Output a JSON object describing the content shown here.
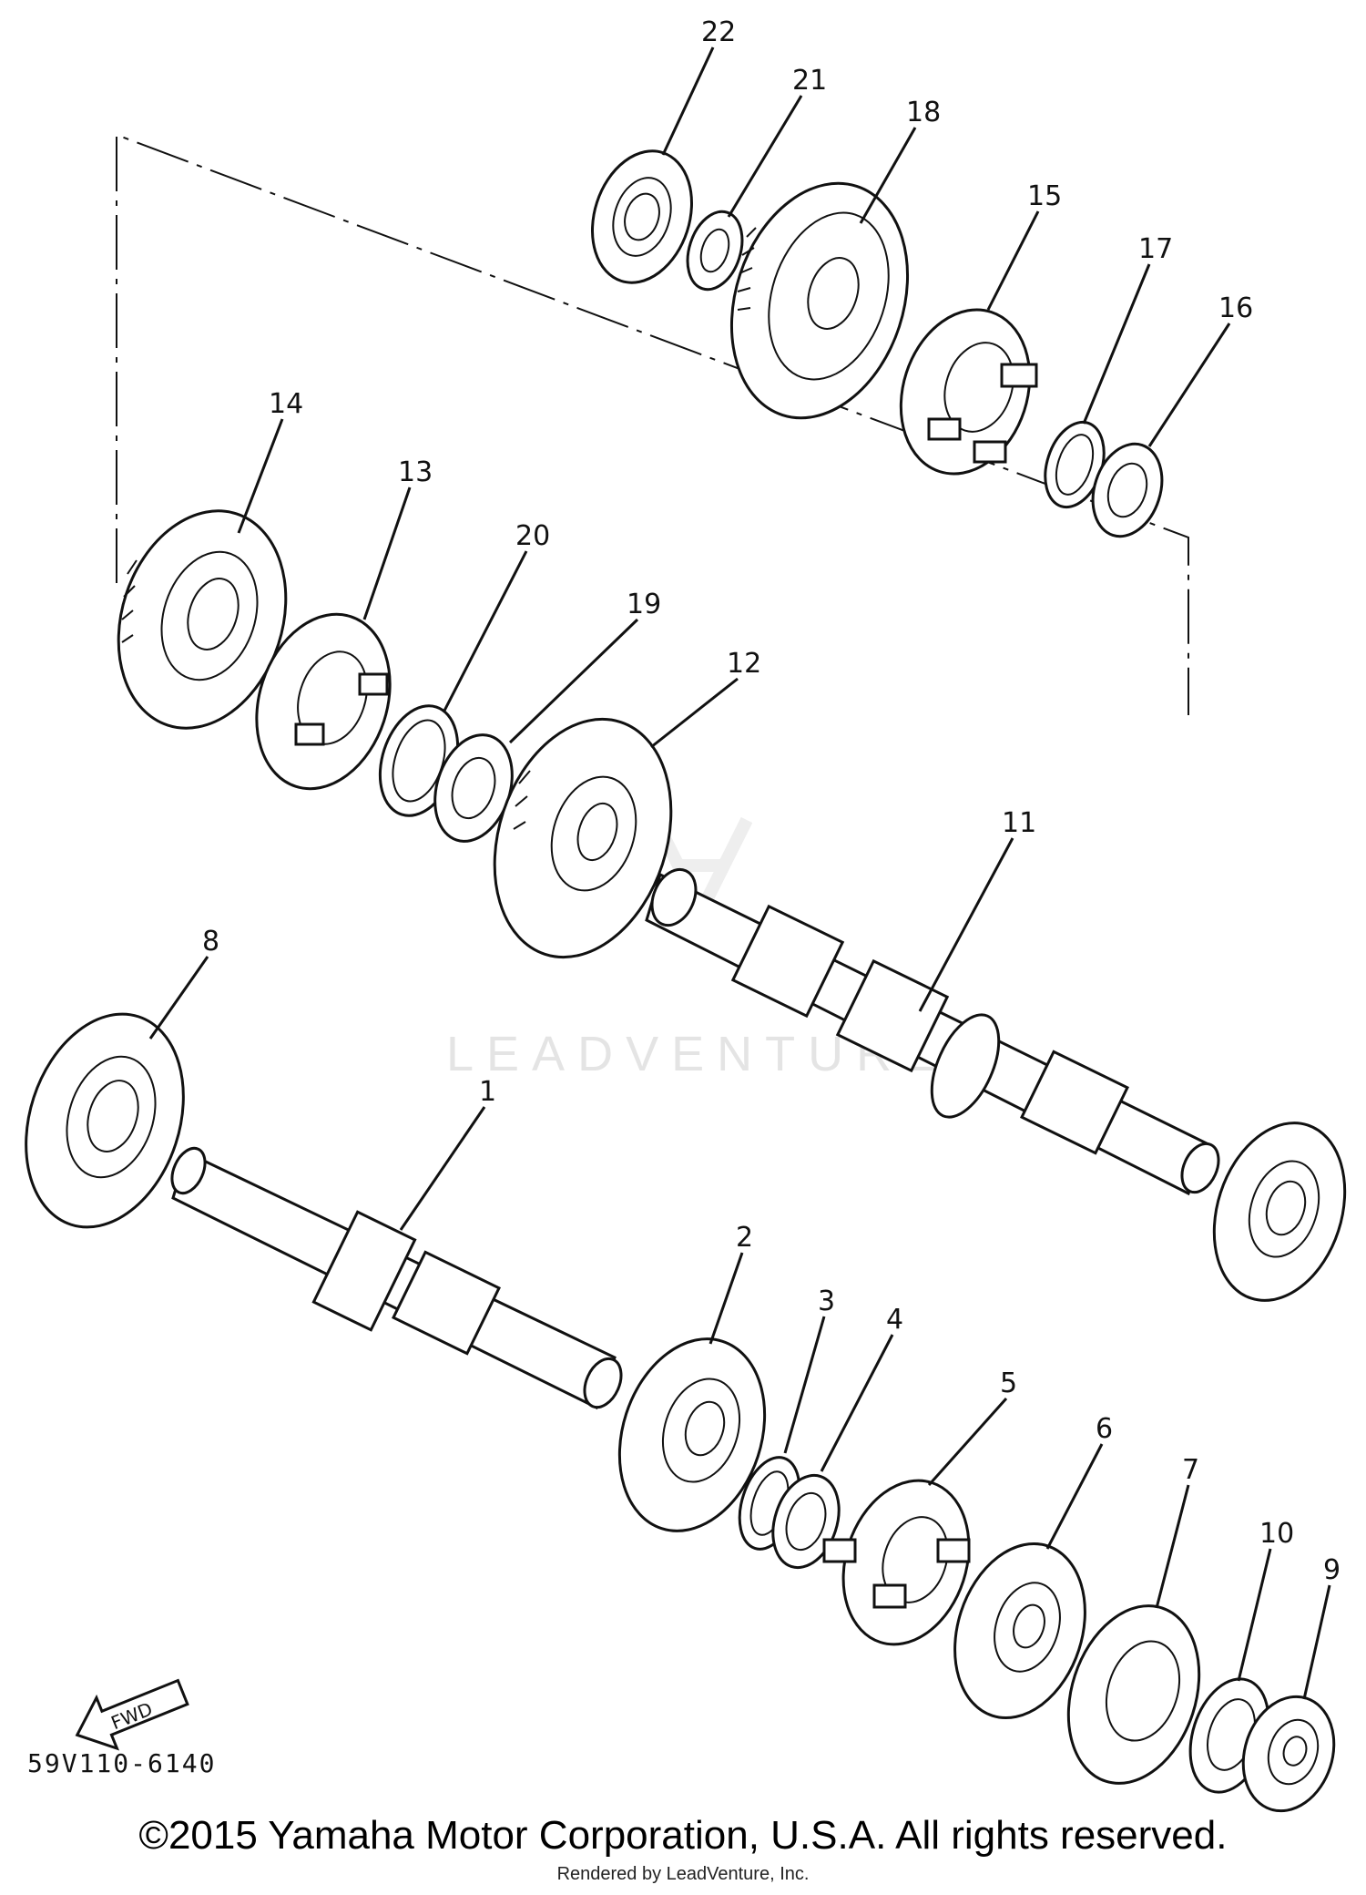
{
  "diagram": {
    "labels": [
      "1",
      "2",
      "3",
      "4",
      "5",
      "6",
      "7",
      "8",
      "9",
      "10",
      "11",
      "12",
      "13",
      "14",
      "15",
      "16",
      "17",
      "18",
      "19",
      "20",
      "21",
      "22"
    ],
    "fwd_label": "FWD",
    "reference_code": "59V110-6140",
    "watermark": "LEADVENTURE"
  },
  "footer": {
    "copyright": "©2015 Yamaha Motor Corporation, U.S.A. All rights reserved.",
    "rendered_by": "Rendered by LeadVenture, Inc."
  }
}
